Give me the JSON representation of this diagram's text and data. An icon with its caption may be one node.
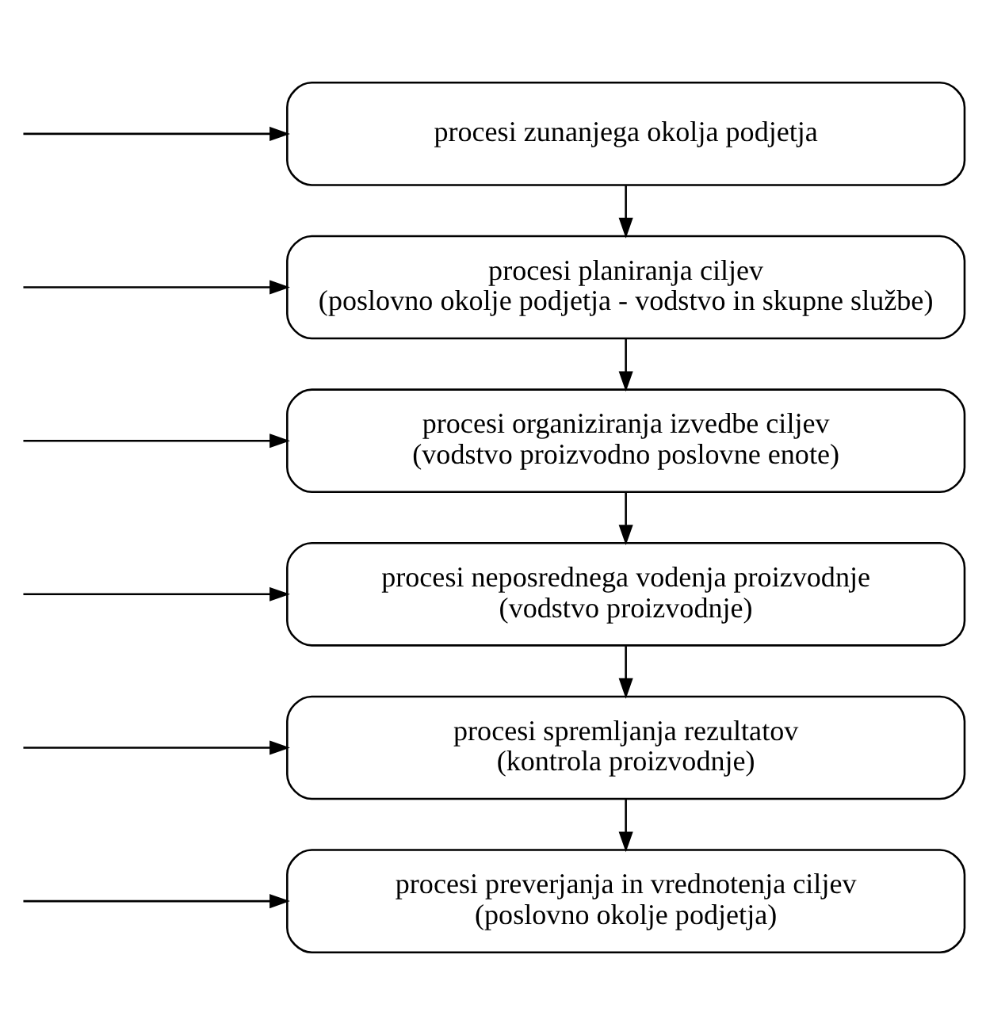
{
  "diagram": {
    "nodes": [
      {
        "text": [
          "procesi zunanjega okolja podjetja"
        ]
      },
      {
        "text": [
          "procesi planiranja ciljev (poslovno okolje podjetja - vodstvo in skupne službe)"
        ]
      },
      {
        "text": [
          "procesi organiziranja izvedbe ciljev (vodstvo proizvodno poslovne enote)"
        ]
      },
      {
        "text": [
          "procesi neposrednega vodenja proizvodnje (vodstvo proizvodnje)"
        ]
      },
      {
        "text": [
          "procesi spremljanja rezultatov (kontrola proizvodnje)"
        ]
      },
      {
        "text": [
          "procesi preverjanja in vrednotenja ciljev (poslovno okolje podjetja)"
        ]
      }
    ],
    "edges": [
      {
        "from": 0,
        "to": 1,
        "arrow": "to"
      },
      {
        "from": 1,
        "to": 2,
        "arrow": "to"
      },
      {
        "from": 2,
        "to": 3,
        "arrow": "to"
      },
      {
        "from": 3,
        "to": 4,
        "arrow": "to"
      },
      {
        "from": 4,
        "to": 5,
        "arrow": "to"
      },
      {
        "from": null,
        "to": 0,
        "arrow": "to"
      },
      {
        "from": null,
        "to": 1,
        "arrow": "to"
      },
      {
        "from": null,
        "to": 2,
        "arrow": "to"
      },
      {
        "from": null,
        "to": 3,
        "arrow": "to"
      },
      {
        "from": null,
        "to": 4,
        "arrow": "to"
      },
      {
        "from": null,
        "to": 5,
        "arrow": "to"
      }
    ]
  }
}
